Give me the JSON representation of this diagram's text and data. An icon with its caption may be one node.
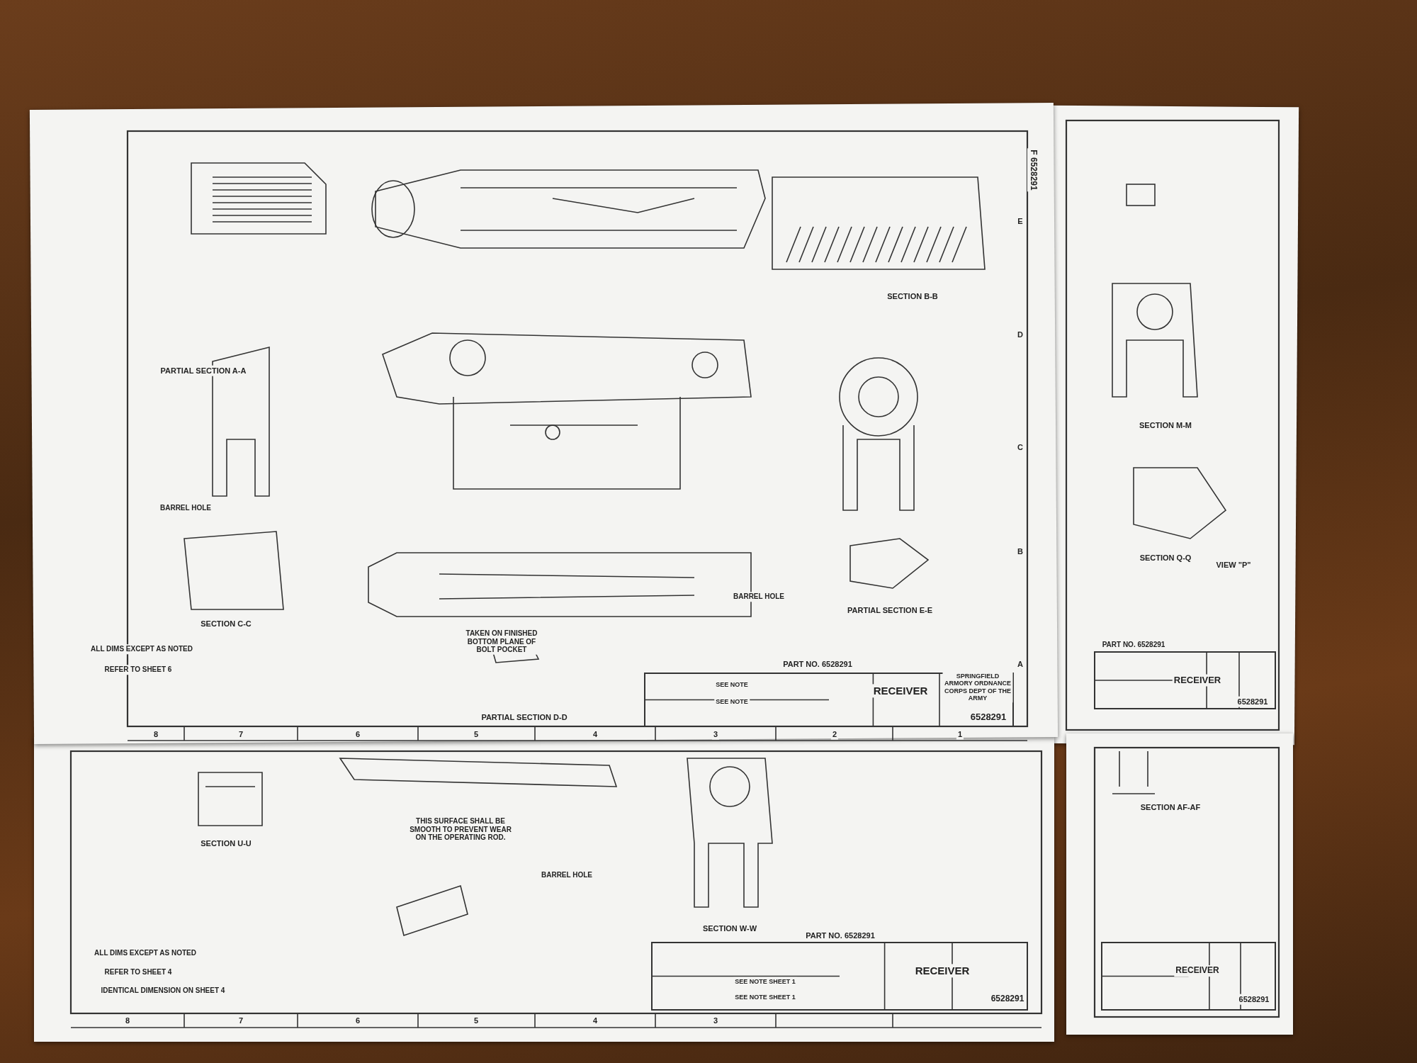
{
  "diagram": {
    "labels": [
      "PARTIAL SECTION A-A",
      "SECTION B-B",
      "SECTION C-C",
      "PARTIAL SECTION D-D",
      "PARTIAL SECTION E-E",
      "BARREL HOLE",
      "BARREL HOLE",
      "TAKEN ON FINISHED BOTTOM PLANE OF BOLT POCKET",
      "ALL DIMS EXCEPT AS NOTED",
      "REFER TO SHEET 6",
      "PART NO. 6528291",
      "RECEIVER",
      "SPRINGFIELD ARMORY ORDNANCE CORPS DEPT OF THE ARMY",
      "6528291",
      "SEE NOTE",
      "SEE NOTE",
      "F 6528291",
      "8",
      "7",
      "6",
      "5",
      "4",
      "3",
      "2",
      "1",
      "E",
      "D",
      "C",
      "B",
      "A",
      "SECTION M-M",
      "SECTION Q-Q",
      "VIEW \"P\"",
      "PART NO. 6528291",
      "RECEIVER",
      "6528291",
      "SECTION U-U",
      "SECTION W-W",
      "THIS SURFACE SHALL BE SMOOTH TO PREVENT WEAR ON THE OPERATING ROD.",
      "BARREL HOLE",
      "ALL DIMS EXCEPT AS NOTED",
      "REFER TO SHEET 4",
      "IDENTICAL DIMENSION ON SHEET 4",
      "SEE NOTE SHEET 1",
      "SEE NOTE SHEET 1",
      "PART NO. 6528291",
      "RECEIVER",
      "6528291",
      "8",
      "7",
      "6",
      "5",
      "4",
      "3",
      "SECTION AF-AF",
      "RECEIVER",
      "6528291"
    ]
  }
}
